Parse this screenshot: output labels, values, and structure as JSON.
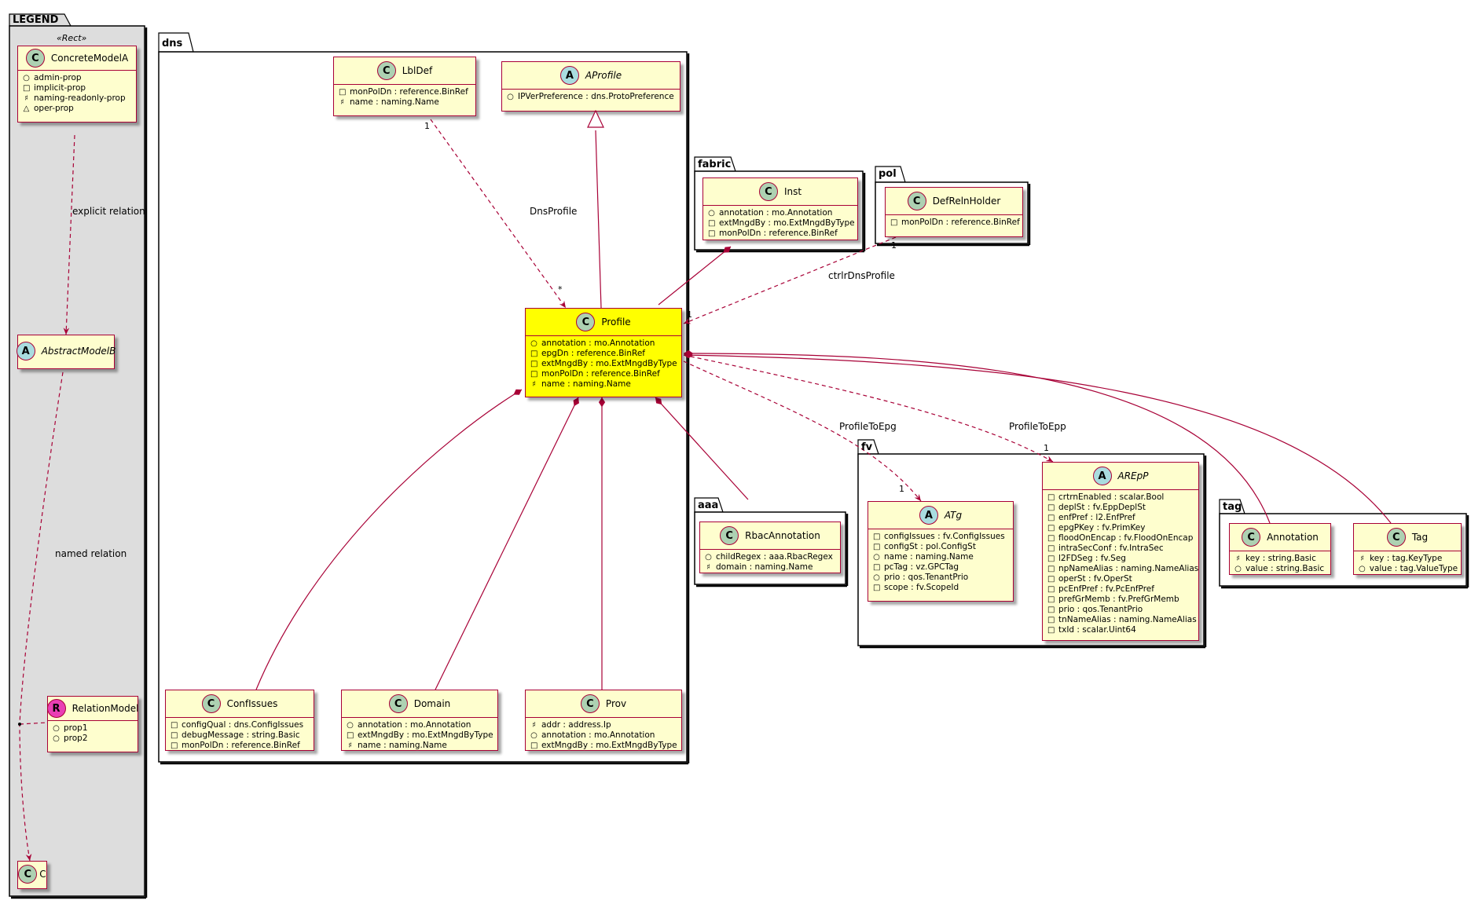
{
  "legend": {
    "title": "LEGEND",
    "stereotype": "«Rect»",
    "concrete": {
      "name": "ConcreteModelA",
      "attrs": [
        {
          "vis": "○",
          "text": "admin-prop"
        },
        {
          "vis": "□",
          "text": "implicit-prop"
        },
        {
          "vis": "♯",
          "text": "naming-readonly-prop"
        },
        {
          "vis": "△",
          "text": "oper-prop"
        }
      ]
    },
    "abstract": {
      "name": "AbstractModelB"
    },
    "relation_model": {
      "name": "RelationModel",
      "attrs": [
        {
          "vis": "○",
          "text": "prop1"
        },
        {
          "vis": "○",
          "text": "prop2"
        }
      ]
    },
    "c": {
      "name": "C"
    },
    "explicit_label": "explicit relation",
    "named_label": "named relation"
  },
  "packages": {
    "dns": "dns",
    "fabric": "fabric",
    "pol": "pol",
    "fv": "fv",
    "aaa": "aaa",
    "tag": "tag"
  },
  "classes": {
    "lbldef": {
      "name": "LblDef",
      "attrs": [
        {
          "vis": "□",
          "text": "monPolDn : reference.BinRef"
        },
        {
          "vis": "♯",
          "text": "name : naming.Name"
        }
      ]
    },
    "aprofile": {
      "name": "AProfile",
      "attrs": [
        {
          "vis": "○",
          "text": "IPVerPreference : dns.ProtoPreference"
        }
      ]
    },
    "profile": {
      "name": "Profile",
      "attrs": [
        {
          "vis": "○",
          "text": "annotation : mo.Annotation"
        },
        {
          "vis": "□",
          "text": "epgDn : reference.BinRef"
        },
        {
          "vis": "□",
          "text": "extMngdBy : mo.ExtMngdByType"
        },
        {
          "vis": "□",
          "text": "monPolDn : reference.BinRef"
        },
        {
          "vis": "♯",
          "text": "name : naming.Name"
        }
      ]
    },
    "confissues": {
      "name": "ConfIssues",
      "attrs": [
        {
          "vis": "□",
          "text": "configQual : dns.ConfigIssues"
        },
        {
          "vis": "□",
          "text": "debugMessage : string.Basic"
        },
        {
          "vis": "□",
          "text": "monPolDn : reference.BinRef"
        }
      ]
    },
    "domain": {
      "name": "Domain",
      "attrs": [
        {
          "vis": "○",
          "text": "annotation : mo.Annotation"
        },
        {
          "vis": "□",
          "text": "extMngdBy : mo.ExtMngdByType"
        },
        {
          "vis": "♯",
          "text": "name : naming.Name"
        }
      ]
    },
    "prov": {
      "name": "Prov",
      "attrs": [
        {
          "vis": "♯",
          "text": "addr : address.Ip"
        },
        {
          "vis": "○",
          "text": "annotation : mo.Annotation"
        },
        {
          "vis": "□",
          "text": "extMngdBy : mo.ExtMngdByType"
        }
      ]
    },
    "inst": {
      "name": "Inst",
      "attrs": [
        {
          "vis": "○",
          "text": "annotation : mo.Annotation"
        },
        {
          "vis": "□",
          "text": "extMngdBy : mo.ExtMngdByType"
        },
        {
          "vis": "□",
          "text": "monPolDn : reference.BinRef"
        }
      ]
    },
    "defrelnholder": {
      "name": "DefRelnHolder",
      "attrs": [
        {
          "vis": "□",
          "text": "monPolDn : reference.BinRef"
        }
      ]
    },
    "rbac": {
      "name": "RbacAnnotation",
      "attrs": [
        {
          "vis": "○",
          "text": "childRegex : aaa.RbacRegex"
        },
        {
          "vis": "♯",
          "text": "domain : naming.Name"
        }
      ]
    },
    "atg": {
      "name": "ATg",
      "attrs": [
        {
          "vis": "□",
          "text": "configIssues : fv.ConfigIssues"
        },
        {
          "vis": "□",
          "text": "configSt : pol.ConfigSt"
        },
        {
          "vis": "○",
          "text": "name : naming.Name"
        },
        {
          "vis": "□",
          "text": "pcTag : vz.GPCTag"
        },
        {
          "vis": "○",
          "text": "prio : qos.TenantPrio"
        },
        {
          "vis": "□",
          "text": "scope : fv.ScopeId"
        }
      ]
    },
    "arepp": {
      "name": "AREpP",
      "attrs": [
        {
          "vis": "□",
          "text": "crtrnEnabled : scalar.Bool"
        },
        {
          "vis": "□",
          "text": "deplSt : fv.EppDeplSt"
        },
        {
          "vis": "□",
          "text": "enfPref : l2.EnfPref"
        },
        {
          "vis": "□",
          "text": "epgPKey : fv.PrimKey"
        },
        {
          "vis": "□",
          "text": "floodOnEncap : fv.FloodOnEncap"
        },
        {
          "vis": "□",
          "text": "intraSecConf : fv.IntraSec"
        },
        {
          "vis": "□",
          "text": "l2FDSeg : fv.Seg"
        },
        {
          "vis": "□",
          "text": "npNameAlias : naming.NameAlias"
        },
        {
          "vis": "□",
          "text": "operSt : fv.OperSt"
        },
        {
          "vis": "□",
          "text": "pcEnfPref : fv.PcEnfPref"
        },
        {
          "vis": "□",
          "text": "prefGrMemb : fv.PrefGrMemb"
        },
        {
          "vis": "□",
          "text": "prio : qos.TenantPrio"
        },
        {
          "vis": "□",
          "text": "tnNameAlias : naming.NameAlias"
        },
        {
          "vis": "□",
          "text": "txId : scalar.Uint64"
        }
      ]
    },
    "annotation": {
      "name": "Annotation",
      "attrs": [
        {
          "vis": "♯",
          "text": "key : string.Basic"
        },
        {
          "vis": "○",
          "text": "value : string.Basic"
        }
      ]
    },
    "tag": {
      "name": "Tag",
      "attrs": [
        {
          "vis": "♯",
          "text": "key : tag.KeyType"
        },
        {
          "vis": "○",
          "text": "value : tag.ValueType"
        }
      ]
    }
  },
  "relations": {
    "dnsprofile": "DnsProfile",
    "ctrlrdnsprofile": "ctrlrDnsProfile",
    "profiletoepg": "ProfileToEpg",
    "profiletoepp": "ProfileToEpp",
    "mult_one": "1",
    "mult_many": "*"
  },
  "colors": {
    "border": "#a80036",
    "class_bg": "#fefece",
    "highlight": "#ffff00",
    "legend_bg": "#dddddd"
  }
}
